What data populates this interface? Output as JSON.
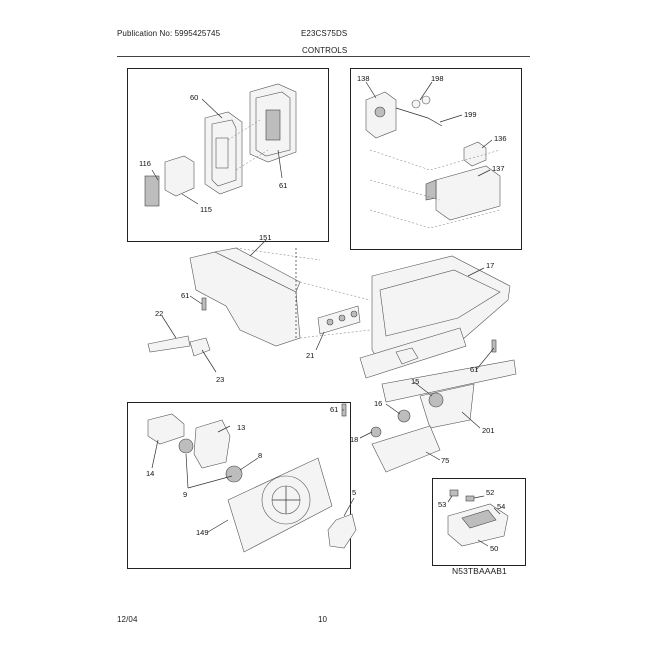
{
  "header": {
    "publication": "Publication No: 5995425745",
    "model": "E23CS75DS",
    "section": "CONTROLS"
  },
  "footer": {
    "date": "12/04",
    "page": "10"
  },
  "diagram_code": "N53TBAAAB1",
  "callouts": {
    "c60": "60",
    "c116": "116",
    "c115": "115",
    "c61a": "61",
    "c138": "138",
    "c198": "198",
    "c199": "199",
    "c136": "136",
    "c137": "137",
    "c151": "151",
    "c17": "17",
    "c61b": "61",
    "c22": "22",
    "c21": "21",
    "c23": "23",
    "c61c": "61",
    "c15": "15",
    "c61d": "61",
    "c16": "16",
    "c18": "18",
    "c201": "201",
    "c75": "75",
    "c13": "13",
    "c14": "14",
    "c8": "8",
    "c9": "9",
    "c5": "5",
    "c149": "149",
    "c52": "52",
    "c53": "53",
    "c54": "54",
    "c50": "50"
  }
}
